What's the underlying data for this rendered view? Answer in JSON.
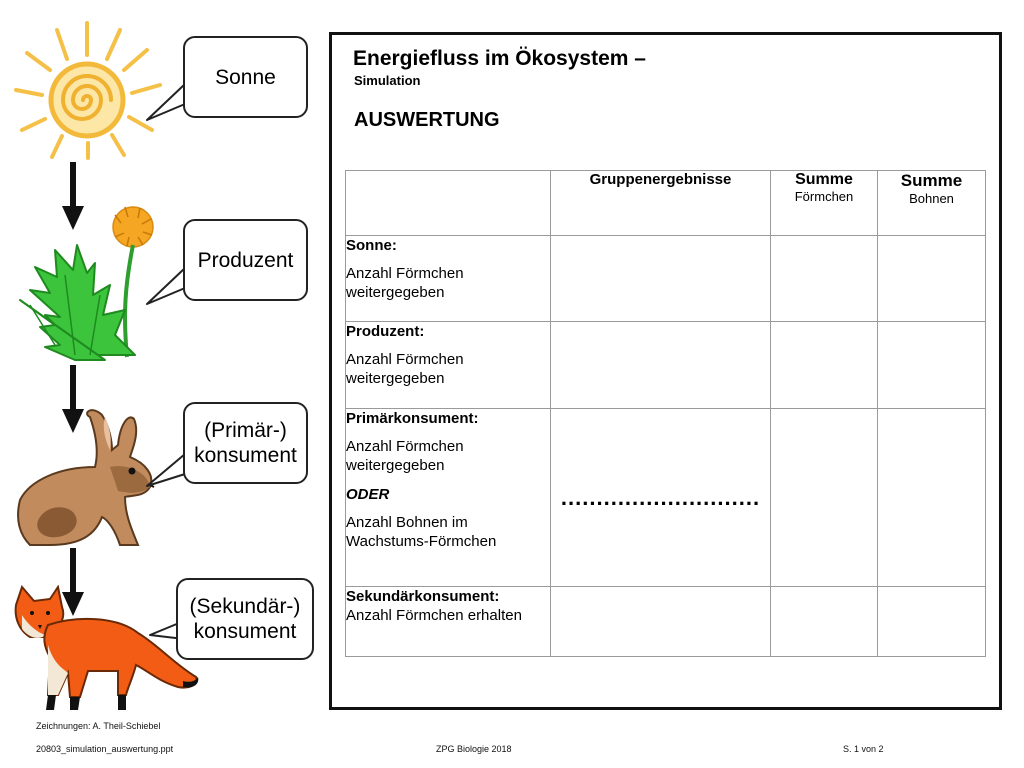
{
  "sidebar": {
    "bubbles": [
      "Sonne",
      "Produzent",
      "(Primär-)\nkonsument",
      "(Sekundär-)\nkonsument"
    ]
  },
  "main": {
    "title": "Energiefluss im Ökosystem –",
    "subtitle": "Simulation",
    "section": "AUSWERTUNG"
  },
  "table": {
    "headers": {
      "group": "Gruppenergebnisse",
      "sum1_top": "Summe",
      "sum1_bottom": "Förmchen",
      "sum2_top": "Summe",
      "sum2_bottom": "Bohnen"
    },
    "rows": {
      "sonne": {
        "title": "Sonne:",
        "text": "Anzahl Förmchen weitergegeben"
      },
      "produzent": {
        "title": "Produzent:",
        "text": "Anzahl Förmchen weitergegeben"
      },
      "primaer": {
        "title": "Primärkonsument:",
        "text": "Anzahl Förmchen weitergegeben",
        "oder": "ODER",
        "text2": "Anzahl Bohnen im Wachstums-Förmchen",
        "dots": "............................"
      },
      "sekundaer": {
        "title": "Sekundärkonsument:",
        "text": "Anzahl Förmchen erhalten"
      }
    }
  },
  "footer": {
    "credit": "Zeichnungen: A. Theil-Schiebel",
    "file": "20803_simulation_auswertung.ppt",
    "center": "ZPG Biologie 2018",
    "page": "S. 1 von 2"
  },
  "colors": {
    "sun": "#f5c048",
    "leaf": "#3cc43c",
    "flower": "#f5a623",
    "rabbit": "#b07a4a",
    "fox": "#f25c14"
  }
}
